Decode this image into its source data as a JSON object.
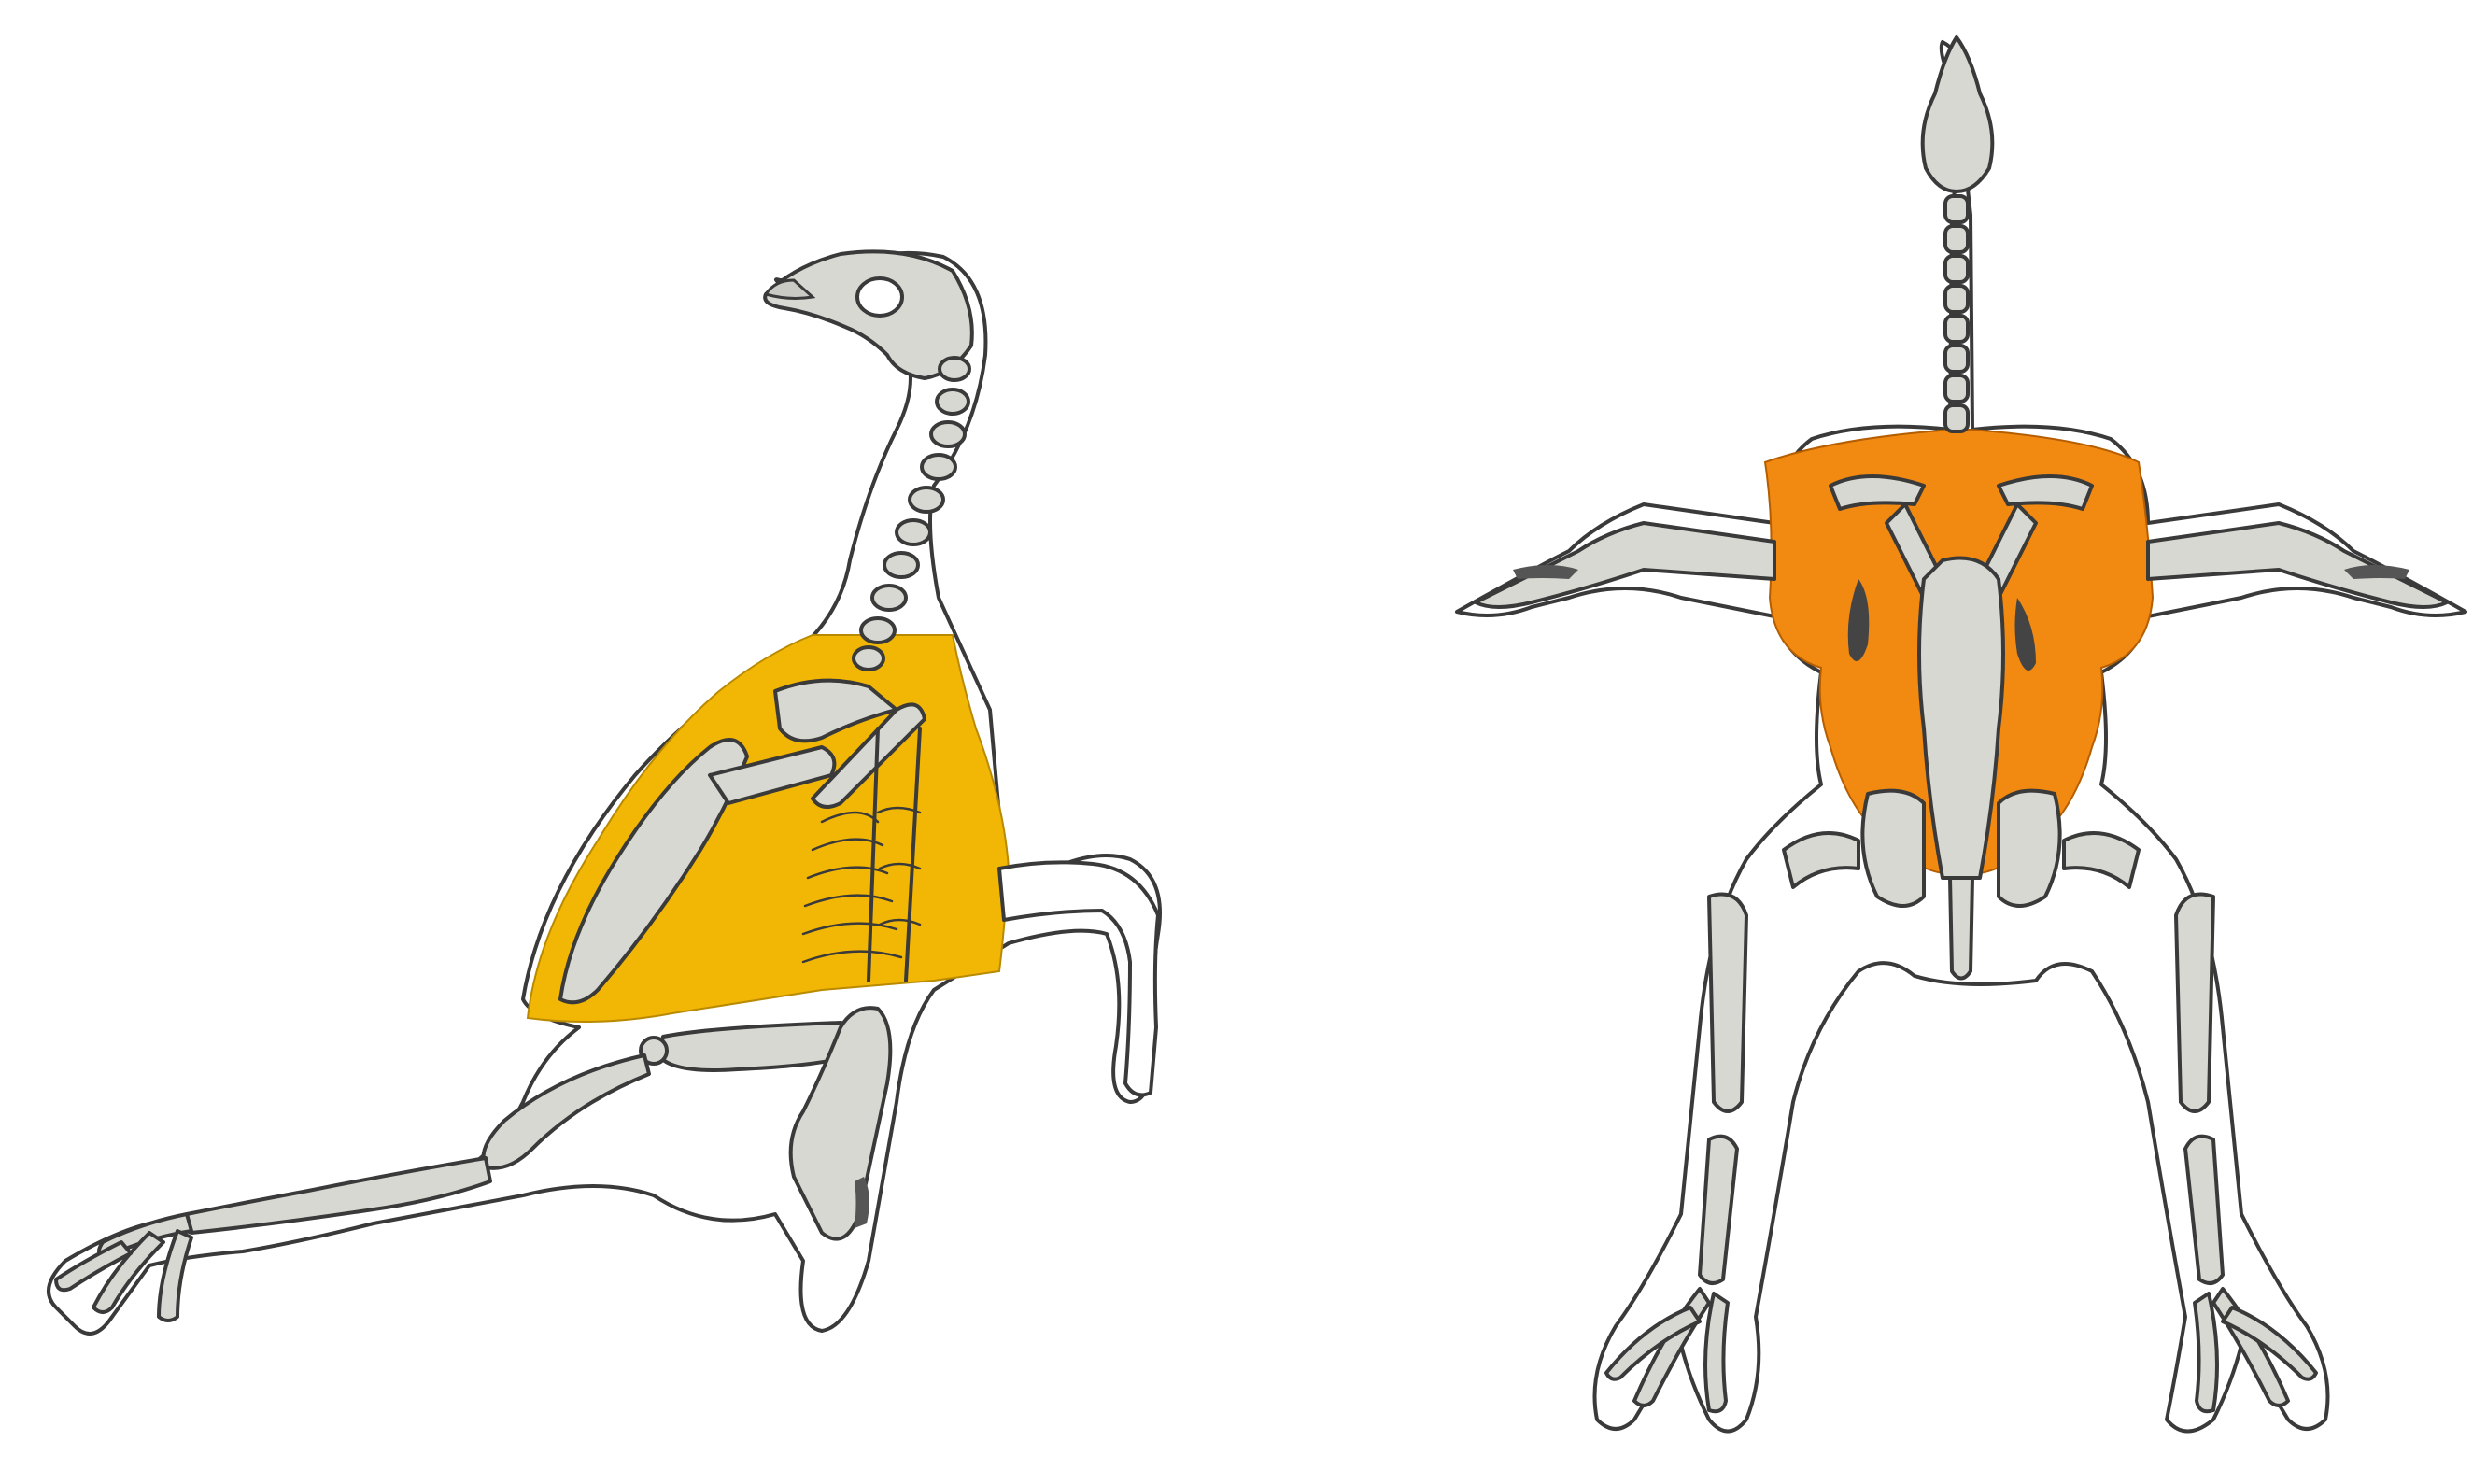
{
  "figure": {
    "panels": [
      {
        "id": "lateral",
        "view": "lateral",
        "highlight_color": "#f2b705",
        "highlight_region": "pectoral-musculature"
      },
      {
        "id": "dorsal",
        "view": "dorsal",
        "highlight_color": "#f28a12",
        "highlight_region": "dorsal-musculature"
      }
    ],
    "colors": {
      "bone": "#d7d8d2",
      "outline": "#3a3a3a",
      "background": "#ffffff",
      "shadow": "#555555"
    }
  }
}
